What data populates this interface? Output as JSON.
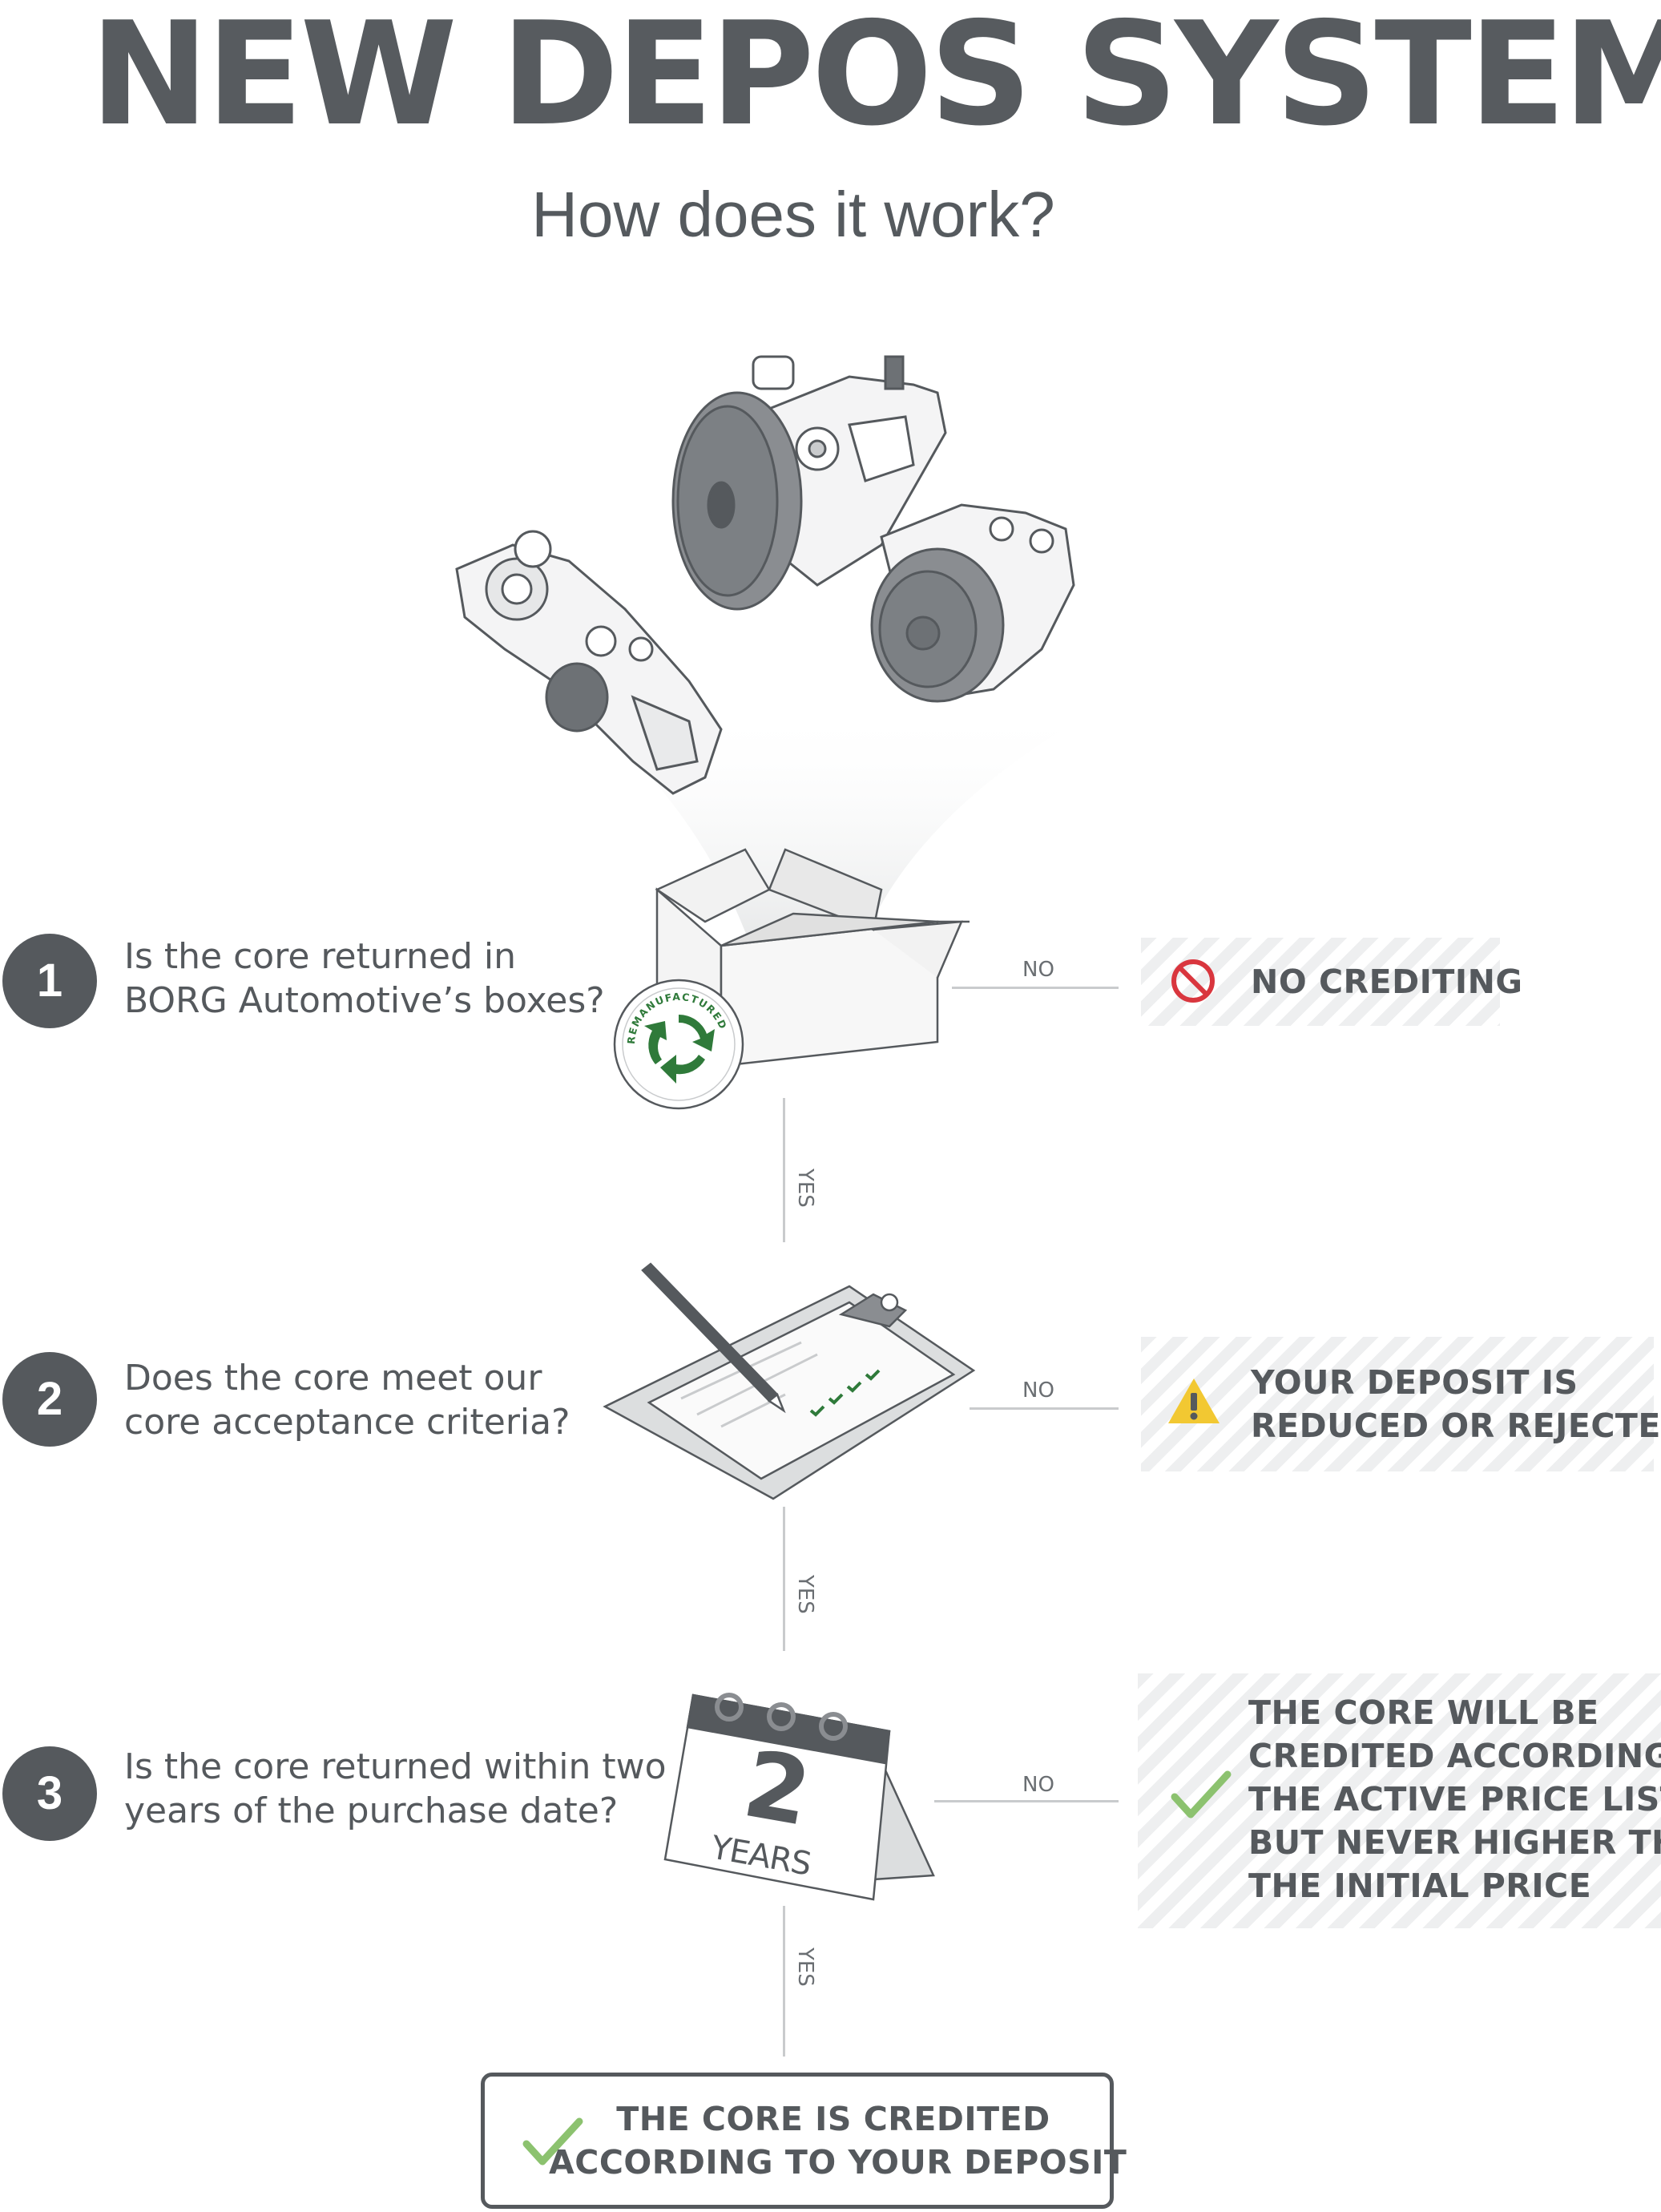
{
  "header": {
    "title": "NEW DEPOS SYSTEM",
    "subtitle": "How does it work?"
  },
  "badge": {
    "text": "REMANUFACTURED"
  },
  "steps": [
    {
      "number": "1",
      "question_lines": [
        "Is the core returned in",
        "BORG Automotive’s boxes?"
      ],
      "no_label": "NO",
      "yes_label": "YES",
      "result_lines": [
        "NO CREDITING"
      ],
      "result_icon": "prohibited-icon"
    },
    {
      "number": "2",
      "question_lines": [
        "Does the core meet our",
        "core acceptance criteria?"
      ],
      "no_label": "NO",
      "yes_label": "YES",
      "result_lines": [
        "YOUR DEPOSIT IS",
        "REDUCED OR REJECTED"
      ],
      "result_icon": "warning-icon"
    },
    {
      "number": "3",
      "question_lines": [
        "Is the core returned within two",
        "years of the purchase date?"
      ],
      "no_label": "NO",
      "yes_label": "YES",
      "result_lines": [
        "THE CORE WILL BE",
        "CREDITED ACCORDING TO",
        "THE ACTIVE PRICE LIST,",
        "BUT NEVER HIGHER THAN",
        "THE INITIAL PRICE"
      ],
      "result_icon": "checkmark-icon"
    }
  ],
  "calendar": {
    "number": "2",
    "label": "YEARS"
  },
  "final": {
    "lines": [
      "THE CORE IS CREDITED",
      "ACCORDING TO YOUR DEPOSIT"
    ],
    "icon": "checkmark-icon"
  },
  "colors": {
    "text": "#55595d",
    "check_green": "#8cc26f",
    "badge_green": "#2f7a3a",
    "prohibited_red": "#d9363e",
    "warning_yellow": "#f2c832"
  }
}
